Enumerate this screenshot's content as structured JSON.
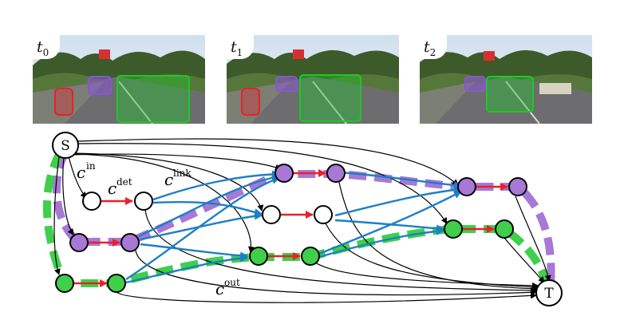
{
  "frames": [
    {
      "id": "t0",
      "label_main": "t",
      "label_sub": "0"
    },
    {
      "id": "t1",
      "label_main": "t",
      "label_sub": "1"
    },
    {
      "id": "t2",
      "label_main": "t",
      "label_sub": "2"
    }
  ],
  "graph": {
    "source_label": "S",
    "sink_label": "T",
    "cost_labels": {
      "in": "in",
      "det": "det",
      "link": "link",
      "out": "out",
      "symbol": "c"
    }
  },
  "colors": {
    "detection_edge": "#e8212a",
    "link_edge": "#1d7fc6",
    "track_purple": "#a778d6",
    "track_green": "#3fcf4a",
    "box_red": "#e8212a",
    "box_purple": "#8a54d6",
    "box_green": "#1fc62a"
  }
}
